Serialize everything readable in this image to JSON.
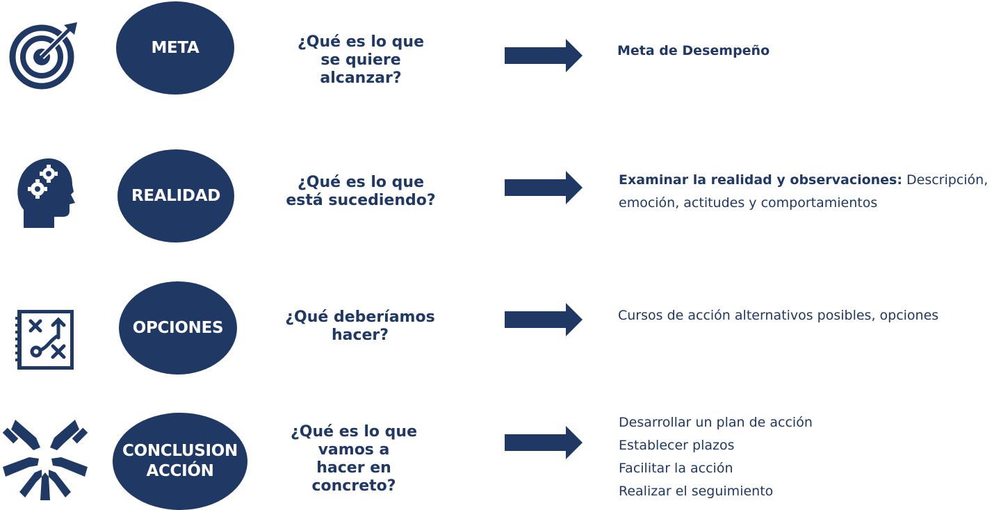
{
  "colors": {
    "navy": "#1f3864",
    "white": "#ffffff"
  },
  "rows": [
    {
      "icon": "target-icon",
      "label": [
        "META"
      ],
      "question": [
        "¿Qué es lo que",
        "se quiere alcanzar?"
      ],
      "desc_bold": "Meta de Desempeño",
      "desc_text": ""
    },
    {
      "icon": "head-gears-icon",
      "label": [
        "REALIDAD"
      ],
      "question": [
        "¿Qué es lo que",
        "está sucediendo?"
      ],
      "desc_bold": "Examinar la realidad y observaciones:",
      "desc_text": "Descripción,",
      "desc_line2": "emoción, actitudes y comportamientos"
    },
    {
      "icon": "strategy-board-icon",
      "label": [
        "OPCIONES"
      ],
      "question": [
        "¿Qué deberíamos",
        "hacer?"
      ],
      "desc_text": "Cursos de acción alternativos posibles, opciones"
    },
    {
      "icon": "team-hands-icon",
      "label": [
        "CONCLUSION",
        "ACCIÓN"
      ],
      "question": [
        "¿Qué es lo que",
        "vamos a",
        "hacer en",
        "concreto?"
      ],
      "desc_lines": [
        "Desarrollar un plan de acción",
        "Establecer plazos",
        "Facilitar la acción",
        "Realizar el seguimiento"
      ]
    }
  ]
}
